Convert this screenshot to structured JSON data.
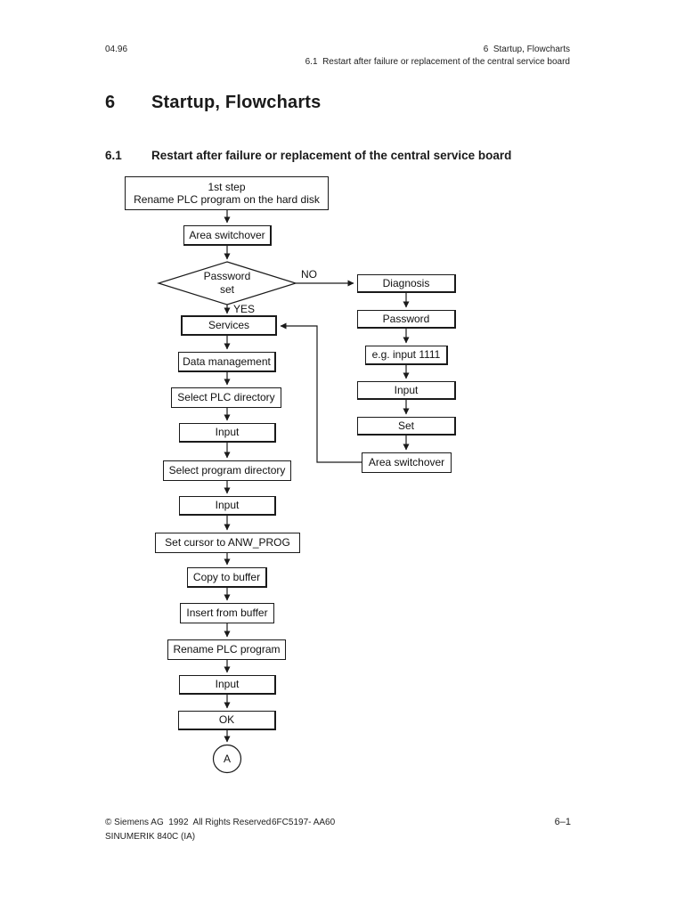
{
  "header": {
    "date": "04.96",
    "chapter_ref": "6  Startup, Flowcharts",
    "section_ref": "6.1  Restart after failure or replacement of the central service board"
  },
  "title": {
    "number": "6",
    "text": "Startup, Flowcharts"
  },
  "section_heading": {
    "number": "6.1",
    "text": "Restart after failure or replacement of the central service board"
  },
  "flowchart": {
    "nodes": {
      "step1_line1": "1st step",
      "step1_line2": "Rename PLC program on the hard disk",
      "area_switchover_left": "Area switchover",
      "services": "Services",
      "data_management": "Data management",
      "select_plc_directory": "Select PLC directory",
      "input_1": "Input",
      "select_program_directory": "Select program directory",
      "input_2": "Input",
      "set_cursor": "Set cursor to ANW_PROG",
      "copy_to_buffer": "Copy to buffer",
      "insert_from_buffer": "Insert from buffer",
      "rename_plc_program": "Rename PLC program",
      "input_3": "Input",
      "ok": "OK",
      "diagnosis": "Diagnosis",
      "password": "Password",
      "eg_input": "e.g. input 1111",
      "input_right": "Input",
      "set_right": "Set",
      "area_switchover_right": "Area switchover"
    },
    "decision": {
      "line1": "Password",
      "line2": "set",
      "no_label": "NO",
      "yes_label": "YES"
    },
    "connector_label": "A"
  },
  "footer": {
    "copyright": "© Siemens AG  1992  All Rights Reserved",
    "order_number": "6FC5197- AA60",
    "product": "SINUMERIK 840C (IA)",
    "page_number": "6–1"
  }
}
